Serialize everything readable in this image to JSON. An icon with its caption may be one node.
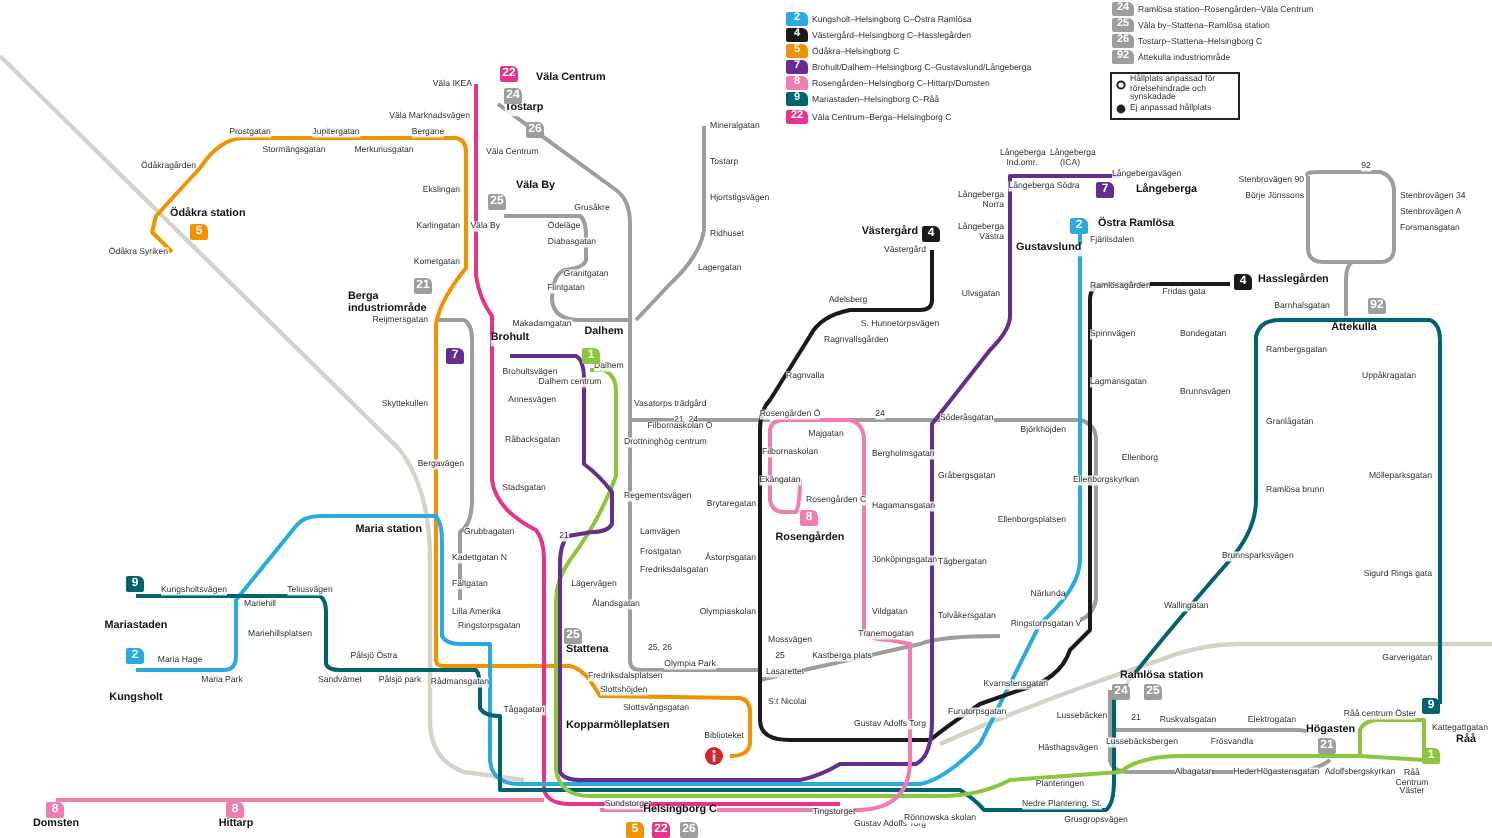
{
  "diagram": {
    "labels": [
      "2",
      "4",
      "5",
      "7",
      "8",
      "9",
      "22",
      "24",
      "25",
      "26",
      "92",
      "Hållplats anpassad för rörelsehindrade och synskadade",
      "Ej anpassad hållplats",
      "Väla IKEA",
      "Väla Centrum",
      "Väla Marknadsvägen",
      "Ödåkragården",
      "Prostgatan",
      "Stormängsgatan",
      "Jupitergatan",
      "Merkuriusgatan",
      "Bergane",
      "Väla Centrum",
      "Ödåkra station",
      "Ödåkra Syriken",
      "Ekslingan",
      "Väla By",
      "Väla By",
      "Ödeläge",
      "Grusåkre",
      "Diabasgatan",
      "Karlingatan",
      "Granitgatan",
      "Flintgatan",
      "Kometgatan",
      "Makadamgatan",
      "Tostarp",
      "Mineralgatan",
      "Tostarp",
      "Hjortstigsvägen",
      "Ridhuset",
      "Lagergatan",
      "Berga industriområde",
      "Reijmersgatan",
      "Brohult",
      "Dalhem",
      "Brohultsvägen",
      "Dalhem centrum",
      "Dalhem",
      "Skyttekullen",
      "Annesvägen",
      "Vasatorps trädgård",
      "21, 24",
      "Rosengården Ö",
      "24",
      "Söderåsgatan",
      "Västergård",
      "Västergård",
      "Adelsberg",
      "S. Hunnetorpsvägen",
      "Ragnvallsgården",
      "Ragnvalla",
      "Långeberga Ind.omr.",
      "Långeberga (ICA)",
      "Långebergavägen",
      "Långeberga Södra",
      "Långeberga",
      "Långeberga Norra",
      "Långeberga Västra",
      "Gustavslund",
      "Ulvsgatan",
      "Östra Ramlösa",
      "Fjärilsdalen",
      "Ramlösagården",
      "Spinnvägen",
      "Lagmansgatan",
      "Fridas gata",
      "Hasslegården",
      "Bondegatan",
      "Brunnsvägen",
      "Stenbrovägen 90",
      "Börje Jönssons",
      "Stenbrovägen 34",
      "Stenbrovägen A",
      "Forsmansgatan",
      "92",
      "Ättekulla",
      "Barnhalsgatan",
      "Rambergsgatan",
      "Uppåkragatan",
      "Granlågatan",
      "Ramlösa brunn",
      "Brunnsparksvägen",
      "Wallingatan",
      "Mölleparksgatan",
      "Sigurd Rings gata",
      "Garverigatan",
      "Björkhöjden",
      "Ellenborg",
      "Ellenborgskyrkan",
      "Ellenborgsplatsen",
      "Närlunda",
      "Ringstorpsgatan V",
      "Kvarnstensgatan",
      "Ramlösa station",
      "Lussebäcken",
      "21",
      "Ruskvalsgatan",
      "Elektrogatan",
      "Lussebäcksbergen",
      "Frösvandla",
      "Högasten",
      "Råå centrum Öster",
      "Kattegattgatan",
      "Råå",
      "Råå Centrum Väster",
      "Hästhagsvägen",
      "Albagatan",
      "Heden",
      "Högastensgatan",
      "Adolfsbergskyrkan",
      "Planteringen",
      "Nedre Plantering, St.",
      "Grusgropsvägen",
      "Maria station",
      "Kungsholtsvägen",
      "Mariastaden",
      "Mariehill",
      "Teliusvägen",
      "Mariehillsplatsen",
      "Kungsholt",
      "Maria Hage",
      "Maria Park",
      "Pålsjö Östra",
      "Sandvärnet",
      "Pålsjö park",
      "Rådmansgatan",
      "Kadettgatan N",
      "Fältgatan",
      "Lilla Amerika",
      "Bergavägen",
      "Grubbagatan",
      "Ringstorpsgatan",
      "Domsten",
      "Hittarp",
      "Filbornaskolan Ö",
      "Råbacksgatan",
      "Drottninghög centrum",
      "Stadsgatan",
      "Regementsvägen",
      "21",
      "Lamvägen",
      "Frostgatan",
      "Fredriksdalsgatan",
      "Lägervägen",
      "Ålandsgatan",
      "Stattena",
      "25, 26",
      "Olympia Park",
      "Fredriksdalsplatsen",
      "Slottshöjden",
      "Tågagatan",
      "Slottsvångsgatan",
      "Kopparmölleplatsen",
      "Sundstorget",
      "Helsingborg C",
      "Majgatan",
      "Filbornaskolan",
      "Ekängatan",
      "Rosengården C",
      "Rosengården",
      "Brytaregatan",
      "Åstorpsgatan",
      "Olympiaskolan",
      "Bergholmsgatan",
      "Hagamansgatan",
      "Jönköpingsgatan",
      "Vildgatan",
      "Tranemogatan",
      "Mossvägen",
      "25",
      "Kastberga plats",
      "Lasarettet",
      "S:t Nicolai",
      "Biblioteket",
      "Gustav Adolfs Torg",
      "Tingstorget",
      "Gustav Adolfs Torg",
      "Gråbergsgatan",
      "Tågbergatan",
      "Tolvåkersgatan",
      "Furutorpsgatan",
      "Rönnowska skolan",
      "5",
      "21",
      "7",
      "22",
      "24",
      "25",
      "26",
      "1",
      "4",
      "7",
      "2",
      "4",
      "92",
      "9",
      "2",
      "8",
      "25",
      "24",
      "25",
      "21",
      "9",
      "1",
      "8",
      "8",
      "5",
      "22",
      "26"
    ],
    "legend": [
      {
        "text": "Kungsholt–Helsingborg C–Östra Ramlösa",
        "color": "#29abe2"
      },
      {
        "text": "Västergård–Helsingborg C–Hasslegården",
        "color": "#1a1a1a"
      },
      {
        "text": "Ödåkra–Helsingborg C",
        "color": "#f39200"
      },
      {
        "text": "Brohult/Dalhem–Helsingborg C–Gustavslund/Långeberga",
        "color": "#662d91"
      },
      {
        "text": "Rosengården–Helsingborg C–Hittarp/Domsten",
        "color": "#f07cb0"
      },
      {
        "text": "Mariastaden–Helsingborg C–Råå",
        "color": "#00646e"
      },
      {
        "text": "Väla Centrum–Berga–Helsingborg C",
        "color": "#e6338c"
      },
      {
        "text": "Ramlösa station–Rosengården–Väla Centrum",
        "color": "#9d9d9c"
      },
      {
        "text": "Väla by–Stattena–Ramlösa station",
        "color": "#9d9d9c"
      },
      {
        "text": "Tostarp–Stattena–Helsingborg C",
        "color": "#9d9d9c"
      },
      {
        "text": "Ättekulla industriområde",
        "color": "#9d9d9c"
      }
    ]
  }
}
